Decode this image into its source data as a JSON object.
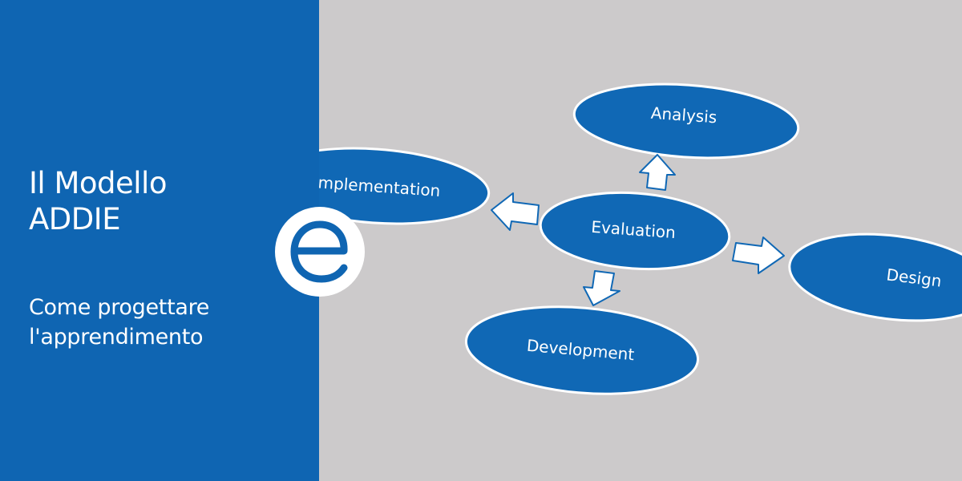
{
  "banner": {
    "title_lines": [
      "Il Modello",
      "ADDIE"
    ],
    "subtitle_lines": [
      "Come progettare",
      "l'apprendimento"
    ]
  },
  "logo": {
    "icon": "e-letter-logo-icon"
  },
  "diagram": {
    "nodes": {
      "analysis": "Analysis",
      "implementation": "Implementation",
      "evaluation": "Evaluation",
      "design": "Design",
      "development": "Development"
    }
  },
  "colors": {
    "panel_blue": "#0f65b2",
    "node_blue": "#1068b5",
    "background_gray": "#cccacb",
    "white": "#ffffff"
  }
}
